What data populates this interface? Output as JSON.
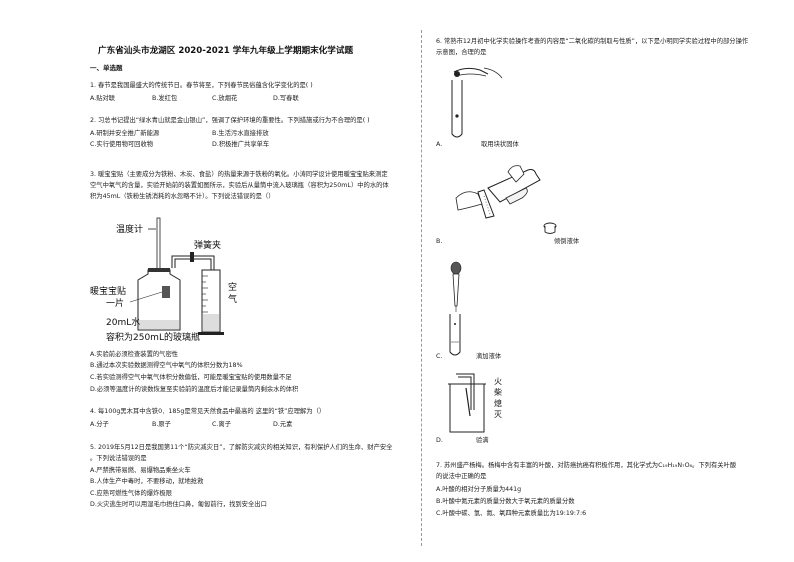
{
  "title": "广东省汕头市龙湖区 2020-2021 学年九年级上学期期末化学试题",
  "section1": "一、单选题",
  "q1": {
    "stem": "1. 春节是我国最盛大的传统节日。春节将至，下列春节民俗蕴含化学变化的是(    )",
    "options": [
      "A.贴对联",
      "B.发红包",
      "C.放烟花",
      "D.写春联"
    ]
  },
  "q2": {
    "stem": "2. 习总书记提出“绿水青山就是金山银山”，强调了保护环境的重要性。下列措施或行为不合理的是(    )",
    "options": [
      "A.研制并安全推广新能源",
      "B.生活污水直接排放",
      "C.实行使用物可回收物",
      "D.积极推广共享单车"
    ]
  },
  "q3": {
    "lines": [
      "3. 暖宝宝贴（主要成分为铁粉、木炭、食盐）的热量来源于铁粉的氧化。小涛同学设计使用暖宝宝贴来测定",
      "空气中氧气的含量，实验开始前的装置如图所示，实验后从量筒中流入玻璃瓶（容积为250mL）中的水的体",
      "积为45mL（铁粉生锈消耗的水忽略不计）。下列说法错误的是（）"
    ],
    "fig": {
      "thermometer": "温度计",
      "clamp": "弹簧夹",
      "patch": "暖宝宝贴",
      "patch2": "一片",
      "water": "20mL水",
      "capacity": "容积为250mL的玻璃瓶",
      "air": "空",
      "air2": "气"
    },
    "options": [
      "A.实验前必须检查装置的气密性",
      "B.通过本次实验数据测得空气中氧气的体积分数为18%",
      "C.若实验测得空气中氧气体积分数偏低，可能是暖宝宝贴的使用数量不足",
      "D.必须等温度计的读数恢复至实验前的温度后才能记录量筒内剩余水的体积"
    ]
  },
  "q4": {
    "stem": "4. 每100g黑木耳中含铁0．185g是常见天然食品中最高的 这里的“铁”应理解为（）",
    "options": [
      "A.分子",
      "B.原子",
      "C.离子",
      "D.元素"
    ]
  },
  "q5": {
    "lines": [
      "5. 2019年5月12日是我国第11个“防灾减灾日”，了解防灾减灾的相关知识，有利保护人们的生命、财产安全",
      "。下列说法错误的是"
    ],
    "options": [
      "A.严禁携带易燃、易爆物品乘坐火车",
      "B.人体生产中毒时，不要移动，就地抢救",
      "C.应熟可燃性气体的爆炸极限",
      "D.火灾逃生时可以用湿毛巾捂住口鼻，匍匐前行，找到安全出口"
    ]
  },
  "q6": {
    "lines": [
      "6. 常熟市12月初中化学实验操作考查的内容是“二氧化碳的制取与性质”，以下是小明同学实验过程中的部分操作",
      "示意图，合理的是"
    ],
    "optA": "A.",
    "capA": "取用块状固体",
    "optB": "B.",
    "capB": "倾倒液体",
    "optC": "C.",
    "capC": "滴加液体",
    "optD": "D.",
    "capD": "验满",
    "match_text": [
      "火",
      "柴",
      "熄",
      "灭"
    ]
  },
  "q7": {
    "lines": [
      "7. 苏州盛产杨梅。杨梅中含有丰富的叶酸，对防癌抗癌有积极作用，其化学式为C₁₉H₁₉N₇O₆。下列有关叶酸",
      "的说法中正确的是"
    ],
    "options": [
      "A.叶酸的相对分子质量为441g",
      "B.叶酸中氮元素的质量分数大于氧元素的质量分数",
      "C.叶酸中碳、氢、氮、氧四种元素质量比为19:19:7:6"
    ]
  }
}
